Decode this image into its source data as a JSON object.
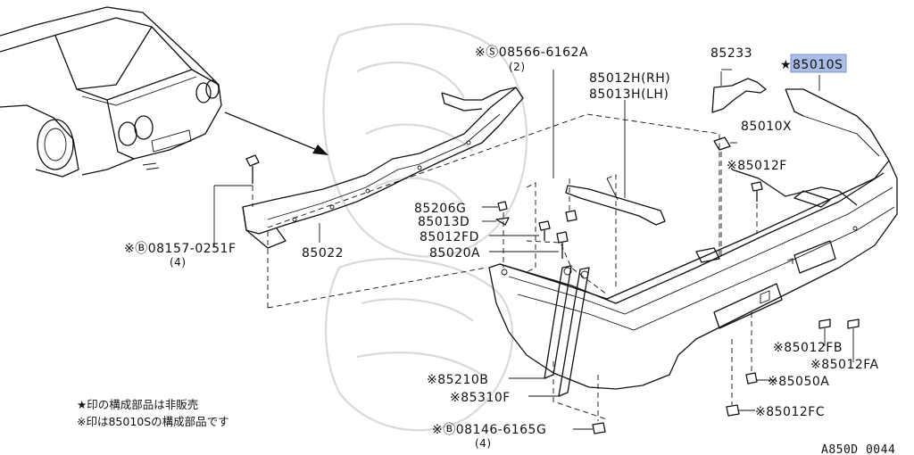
{
  "parts": {
    "p85010S": "85010S",
    "p85233": "85233",
    "p85010X": "85010X",
    "p85012F": "※85012F",
    "p85012H": "85012H(RH)",
    "p85013H": "85013H(LH)",
    "p08566": "※Ⓢ08566-6162A",
    "p08566_qty": "(2)",
    "p85206G": "85206G",
    "p85013D": "85013D",
    "p85012FD": "85012FD",
    "p85020A": "85020A",
    "p85022": "85022",
    "p08157": "※Ⓑ08157-0251F",
    "p08157_qty": "(4)",
    "p85210B": "※85210B",
    "p85310F": "※85310F",
    "p08146": "※Ⓑ08146-6165G",
    "p08146_qty": "(4)",
    "p85012FB": "※85012FB",
    "p85012FA": "※85012FA",
    "p85050A": "※85050A",
    "p85012FC": "※85012FC"
  },
  "star_mark": "★",
  "notes": {
    "line1": "★印の構成部品は非販売",
    "line2": "※印は85010Sの構成部品です"
  },
  "diagram_code": "A850D 0044",
  "colors": {
    "highlight": "#a9bde6",
    "ink": "#111111",
    "watermark": "#d9d9d9"
  }
}
